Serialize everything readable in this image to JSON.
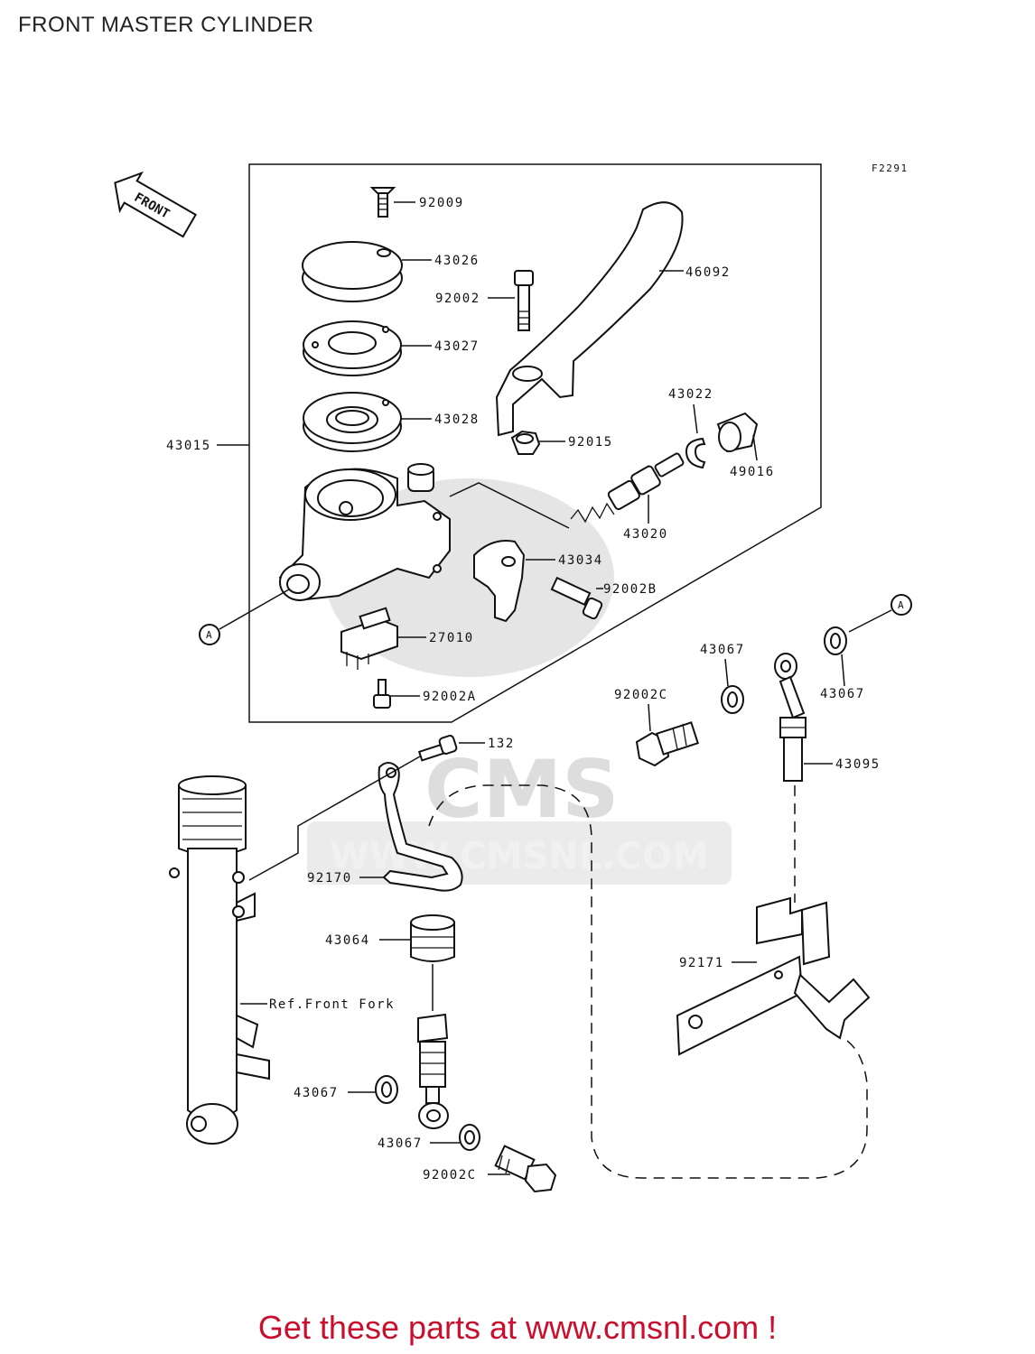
{
  "title": "FRONT MASTER CYLINDER",
  "figure_code": "F2291",
  "front_arrow_label": "FRONT",
  "ref_letter": "A",
  "ref_front_fork": "Ref.Front Fork",
  "watermark": {
    "brand": "CMS",
    "url": "WWW.CMSNL.COM"
  },
  "parts": {
    "p92009": "92009",
    "p43026": "43026",
    "p92002": "92002",
    "p46092": "46092",
    "p43027": "43027",
    "p43028": "43028",
    "p43015": "43015",
    "p43022": "43022",
    "p92015": "92015",
    "p49016": "49016",
    "p43020": "43020",
    "p43034": "43034",
    "p92002B": "92002B",
    "p27010": "27010",
    "p92002A": "92002A",
    "p43067_top": "43067",
    "p43067_right": "43067",
    "p92002C_top": "92002C",
    "p132": "132",
    "p43095": "43095",
    "p92170": "92170",
    "p43064": "43064",
    "p92171": "92171",
    "p43067_left": "43067",
    "p43067_bottom": "43067",
    "p92002C_bottom": "92002C"
  },
  "footer": "Get these parts at www.cmsnl.com !"
}
